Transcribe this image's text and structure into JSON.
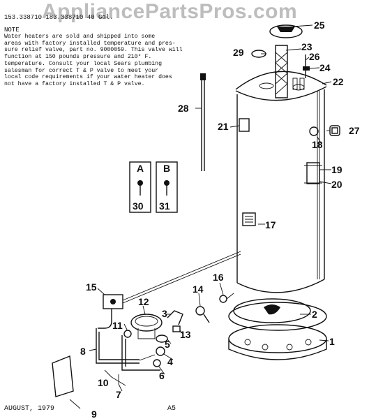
{
  "watermark": "AppliancePartsPros.com",
  "models": "153.338710  183.338710  40 Gal.",
  "note": {
    "title": "NOTE",
    "lines": [
      "Water heaters are sold and shipped into some",
      "areas with factory installed temperature and pres-",
      "sure relief valve, part no. 9000059. This valve will",
      "function at 150 pounds pressure and 210° F.",
      "temperature. Consult your local Sears plumbing",
      "salesman for correct T & P valve to meet your",
      "local code requirements if your water heater does",
      "not have a factory installed T & P valve."
    ]
  },
  "footer": {
    "date": "AUGUST, 1979",
    "page": "A5"
  },
  "insets": [
    {
      "letter": "A",
      "number": "30"
    },
    {
      "letter": "B",
      "number": "31"
    }
  ],
  "callouts": [
    "1",
    "2",
    "3",
    "4",
    "5",
    "6",
    "7",
    "8",
    "9",
    "10",
    "11",
    "12",
    "13",
    "14",
    "15",
    "16",
    "17",
    "18",
    "19",
    "20",
    "21",
    "22",
    "23",
    "24",
    "25",
    "26",
    "27",
    "28",
    "29"
  ]
}
